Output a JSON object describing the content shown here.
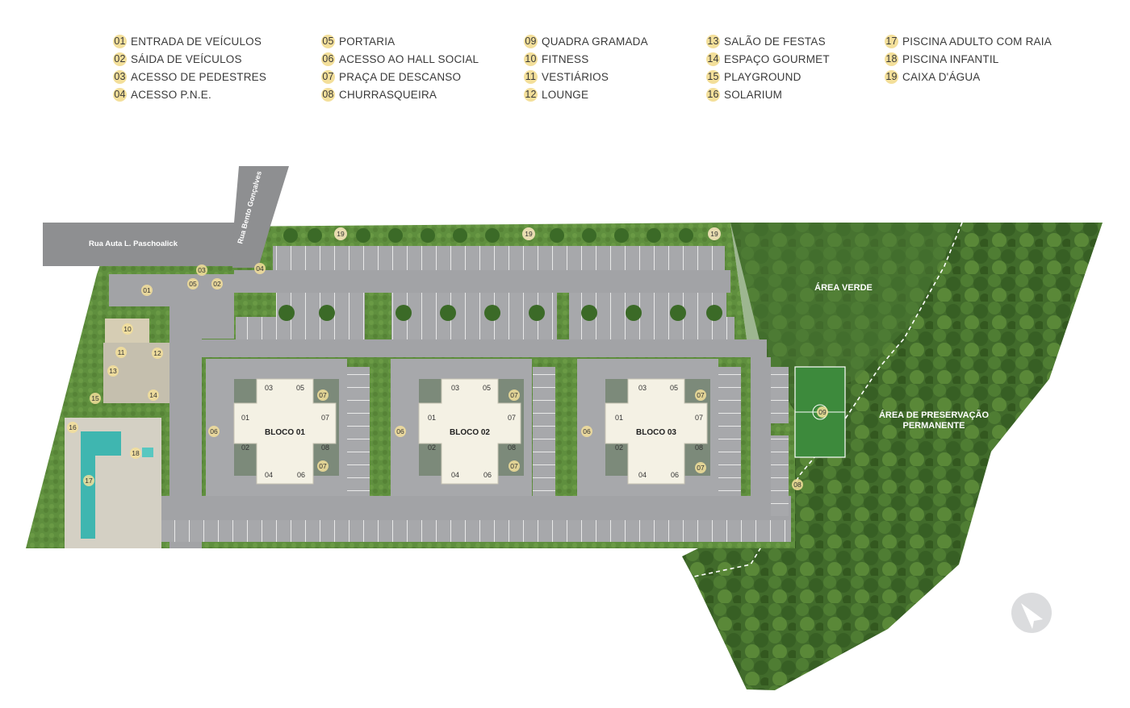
{
  "legend": [
    {
      "num": "01",
      "label": "ENTRADA DE VEÍCULOS"
    },
    {
      "num": "02",
      "label": "SÁIDA DE VEÍCULOS"
    },
    {
      "num": "03",
      "label": "ACESSO DE PEDESTRES"
    },
    {
      "num": "04",
      "label": "ACESSO P.N.E."
    },
    {
      "num": "05",
      "label": "PORTARIA"
    },
    {
      "num": "06",
      "label": "ACESSO AO HALL SOCIAL"
    },
    {
      "num": "07",
      "label": "PRAÇA DE DESCANSO"
    },
    {
      "num": "08",
      "label": "CHURRASQUEIRA"
    },
    {
      "num": "09",
      "label": "QUADRA GRAMADA"
    },
    {
      "num": "10",
      "label": "FITNESS"
    },
    {
      "num": "11",
      "label": "VESTIÁRIOS"
    },
    {
      "num": "12",
      "label": "LOUNGE"
    },
    {
      "num": "13",
      "label": "SALÃO DE FESTAS"
    },
    {
      "num": "14",
      "label": "ESPAÇO GOURMET"
    },
    {
      "num": "15",
      "label": "PLAYGROUND"
    },
    {
      "num": "16",
      "label": "SOLARIUM"
    },
    {
      "num": "17",
      "label": "PISCINA ADULTO COM RAIA"
    },
    {
      "num": "18",
      "label": "PISCINA INFANTIL"
    },
    {
      "num": "19",
      "label": "CAIXA D'ÁGUA"
    }
  ],
  "streets": {
    "street_1": "Rua Auta L. Paschoalick",
    "street_2": "Rua Bento Gonçalves"
  },
  "areas": {
    "green_area": "ÁREA VERDE",
    "preservation_line_1": "ÁREA DE PRESERVAÇÃO",
    "preservation_line_2": "PERMANENTE"
  },
  "blocks": [
    "BLOCO 01",
    "BLOCO 02",
    "BLOCO 03"
  ],
  "unit_numbers": [
    "01",
    "02",
    "03",
    "04",
    "05",
    "06",
    "07",
    "08"
  ],
  "colors": {
    "road": "#8c8d8f",
    "pavement": "#a9aaad",
    "grass": "#5d8a3c",
    "forest": "#3f6a2a",
    "marker": "#f3df9a",
    "pool": "#3fb6b0"
  }
}
